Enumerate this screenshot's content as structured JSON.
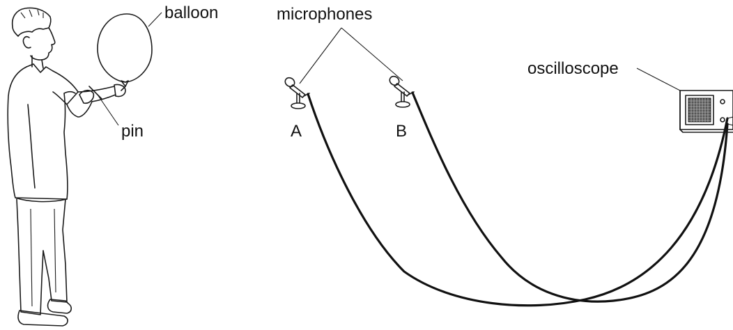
{
  "labels": {
    "balloon": "balloon",
    "pin": "pin",
    "microphones": "microphones",
    "mic_a": "A",
    "mic_b": "B",
    "oscilloscope": "oscilloscope"
  },
  "colors": {
    "ink": "#111111",
    "background": "#ffffff"
  },
  "icons": {
    "person": "boy-figure-icon",
    "balloon": "balloon-icon",
    "microphone": "microphone-icon",
    "oscilloscope": "oscilloscope-icon"
  }
}
